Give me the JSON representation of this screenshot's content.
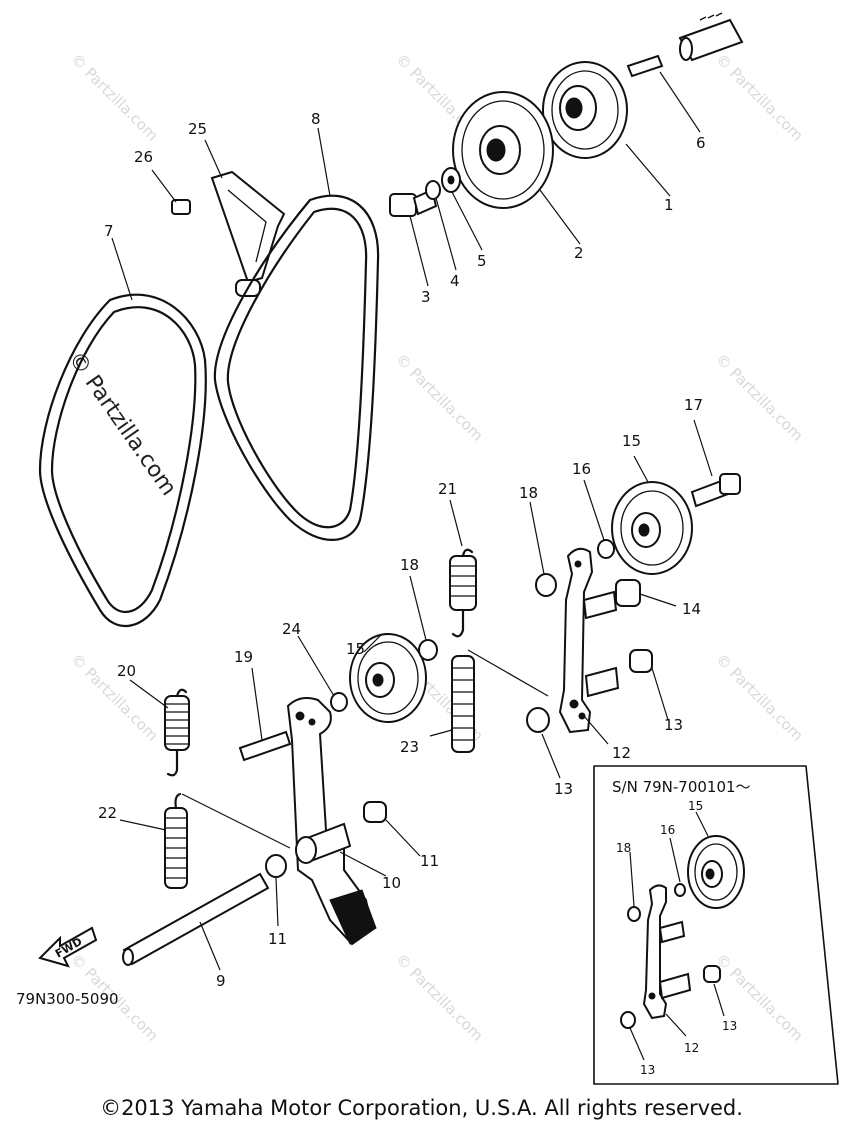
{
  "watermark": "© Partzilla.com",
  "diagram_code": "79N300-5090",
  "fwd_label": "FWD",
  "serial_box_title": "S/N 79N-700101～",
  "copyright": "©2013 Yamaha Motor Corporation, U.S.A. All rights reserved.",
  "callouts": {
    "p1": "1",
    "p2": "2",
    "p3": "3",
    "p4": "4",
    "p5": "5",
    "p6": "6",
    "p7": "7",
    "p8": "8",
    "p9": "9",
    "p10": "10",
    "p11a": "11",
    "p11b": "11",
    "p12": "12",
    "p13a": "13",
    "p13b": "13",
    "p14": "14",
    "p15a": "15",
    "p15b": "15",
    "p16": "16",
    "p17": "17",
    "p18a": "18",
    "p18b": "18",
    "p19": "19",
    "p20": "20",
    "p21": "21",
    "p22": "22",
    "p23": "23",
    "p24": "24",
    "p25": "25",
    "p26": "26",
    "inset15": "15",
    "inset16": "16",
    "inset18": "18",
    "inset12": "12",
    "inset13a": "13",
    "inset13b": "13"
  }
}
